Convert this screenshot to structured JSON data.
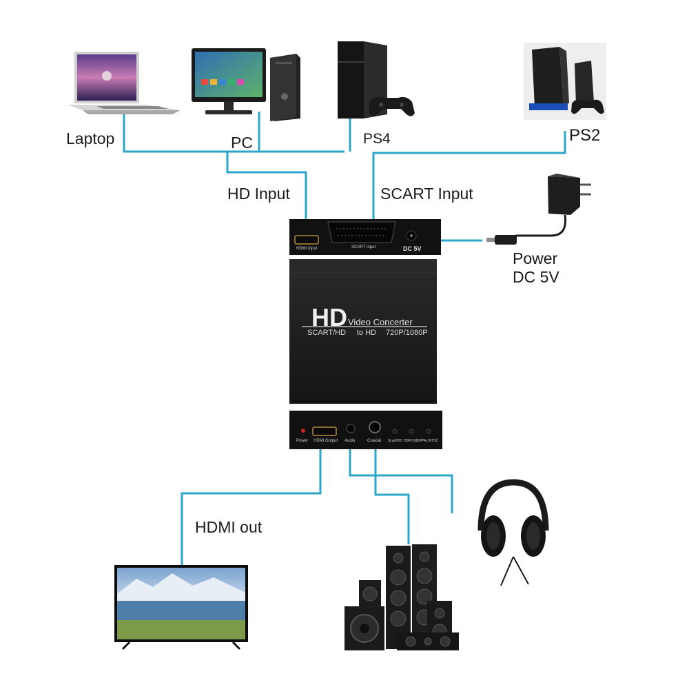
{
  "devices": {
    "laptop": "Laptop",
    "pc": "PC",
    "ps4": "PS4",
    "ps2": "PS2"
  },
  "inputs": {
    "hd_input": "HD  Input",
    "scart_input": "SCART Input"
  },
  "power": {
    "line1": "Power",
    "line2": "DC 5V"
  },
  "converter_back": {
    "hdmi_input": "HDMI Input",
    "scart_input": "SCART Input",
    "dc5v": "DC 5V"
  },
  "converter_top": {
    "brand": "HD",
    "product": "Video Concerter",
    "spec_1": "SCART/HD",
    "spec_2": "to HD",
    "spec_3": "720P/1080P"
  },
  "converter_front": {
    "power": "Power",
    "hdmi_output": "HDMI Output",
    "audio": "Audio",
    "coaxial": "Coaxial",
    "scart_hd": "Scart/HD",
    "res": "720P/1080P",
    "pal_ntsc": "PAL/NTSC"
  },
  "outputs": {
    "hdmi_out": "HDMI out"
  },
  "colors": {
    "cable": "#29a6c9",
    "device_body": "#1c1c1c",
    "panel": "#0f0f0f"
  },
  "icons": [
    "laptop-icon",
    "pc-icon",
    "ps4-icon",
    "ps2-icon",
    "power-adapter-icon",
    "tv-icon",
    "speakers-icon",
    "headphones-icon"
  ]
}
